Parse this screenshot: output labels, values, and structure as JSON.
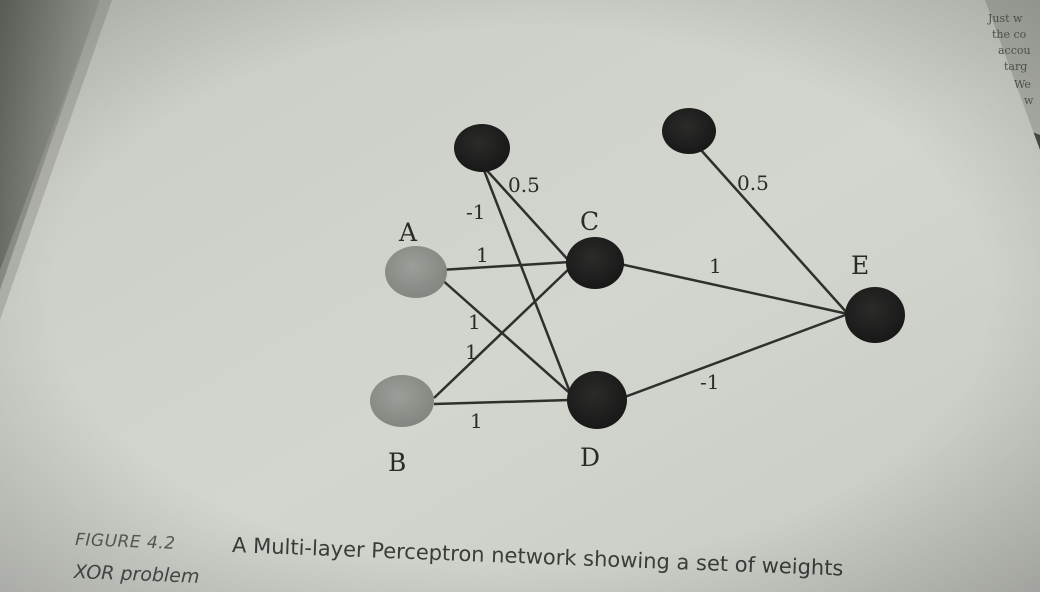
{
  "nodes": {
    "bias1": {
      "label": ""
    },
    "bias2": {
      "label": ""
    },
    "a": {
      "label": "A"
    },
    "b": {
      "label": "B"
    },
    "c": {
      "label": "C"
    },
    "d": {
      "label": "D"
    },
    "e": {
      "label": "E"
    }
  },
  "weights": {
    "bias1_c": "0.5",
    "bias1_d": "-1",
    "bias2_e": "0.5",
    "a_c": "1",
    "a_d": "1",
    "b_c": "1",
    "b_d": "1",
    "c_e": "1",
    "d_e": "-1"
  },
  "facing_page": {
    "lines": [
      "Just w",
      "the co",
      "accou",
      "targ",
      "We",
      "w"
    ]
  },
  "caption": {
    "figure_label": "FIGURE 4.2",
    "text": "A Multi-layer Perceptron network showing a set of weights",
    "text_line2": "XOR problem"
  },
  "colors": {
    "page": "#cfd1cb",
    "input_node": "#8f918c",
    "dark_node": "#1c1d1c",
    "edge": "#2e302d"
  }
}
